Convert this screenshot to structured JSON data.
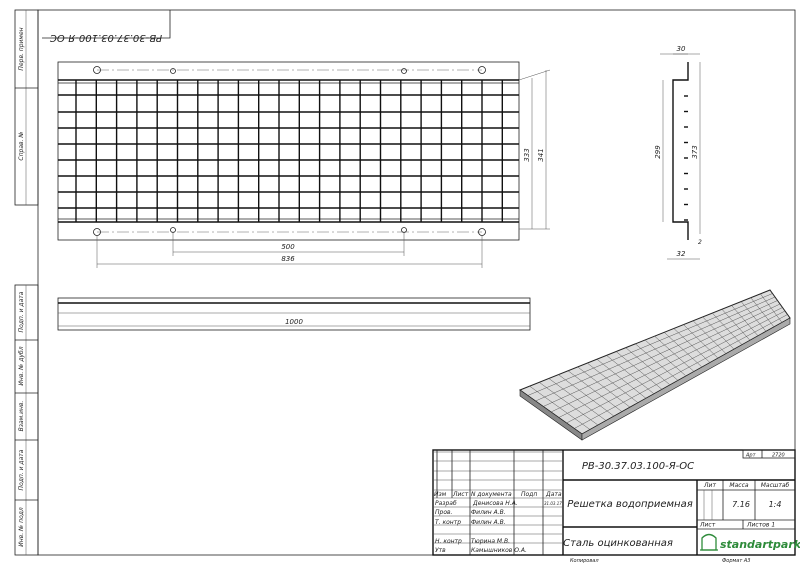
{
  "drawing": {
    "mirrored_code": "РВ-30.37.03.100-Я-ОС",
    "side_stamps": [
      "Перв. примен",
      "Справ. №",
      "Подп. и дата",
      "Инв. № дубл",
      "Взам.инв.",
      "Подп. и дата",
      "Инв. № подл"
    ],
    "dimensions": {
      "top_view": {
        "holes_inner": "500",
        "holes_outer": "836",
        "inner_width": "333",
        "outer_width": "341"
      },
      "section": {
        "top_flange": "30",
        "inner_height": "299",
        "total_height": "373",
        "bottom_flange": "32",
        "lip": "2"
      },
      "side_view": {
        "length": "1000"
      }
    }
  },
  "title_block": {
    "code": "РВ-30.37.03.100-Я-ОС",
    "art_label": "Арт",
    "art_value": "2720",
    "headers": {
      "izm": "Изм",
      "list": "Лист",
      "doc": "N документа",
      "podp": "Подп",
      "date": "Дата"
    },
    "roles": [
      {
        "role": "Разраб",
        "name": "Денисова Н.А.",
        "date": "31.03.17"
      },
      {
        "role": "Пров.",
        "name": "Филин А.В."
      },
      {
        "role": "Т. контр",
        "name": "Филин А.В."
      },
      {
        "role": "Н. контр",
        "name": "Тюрина М.В."
      },
      {
        "role": "Утв",
        "name": "Камышников О.А."
      }
    ],
    "name": "Решетка водоприемная",
    "material": "Сталь оцинкованная",
    "lit_label": "Лит",
    "mass_label": "Масса",
    "scale_label": "Масштаб",
    "mass": "7.16",
    "scale": "1:4",
    "sheet_label": "Лист",
    "sheets_label": "Листов 1",
    "logo": "standartpark",
    "copied": "Копировал",
    "format": "Формат А3"
  }
}
